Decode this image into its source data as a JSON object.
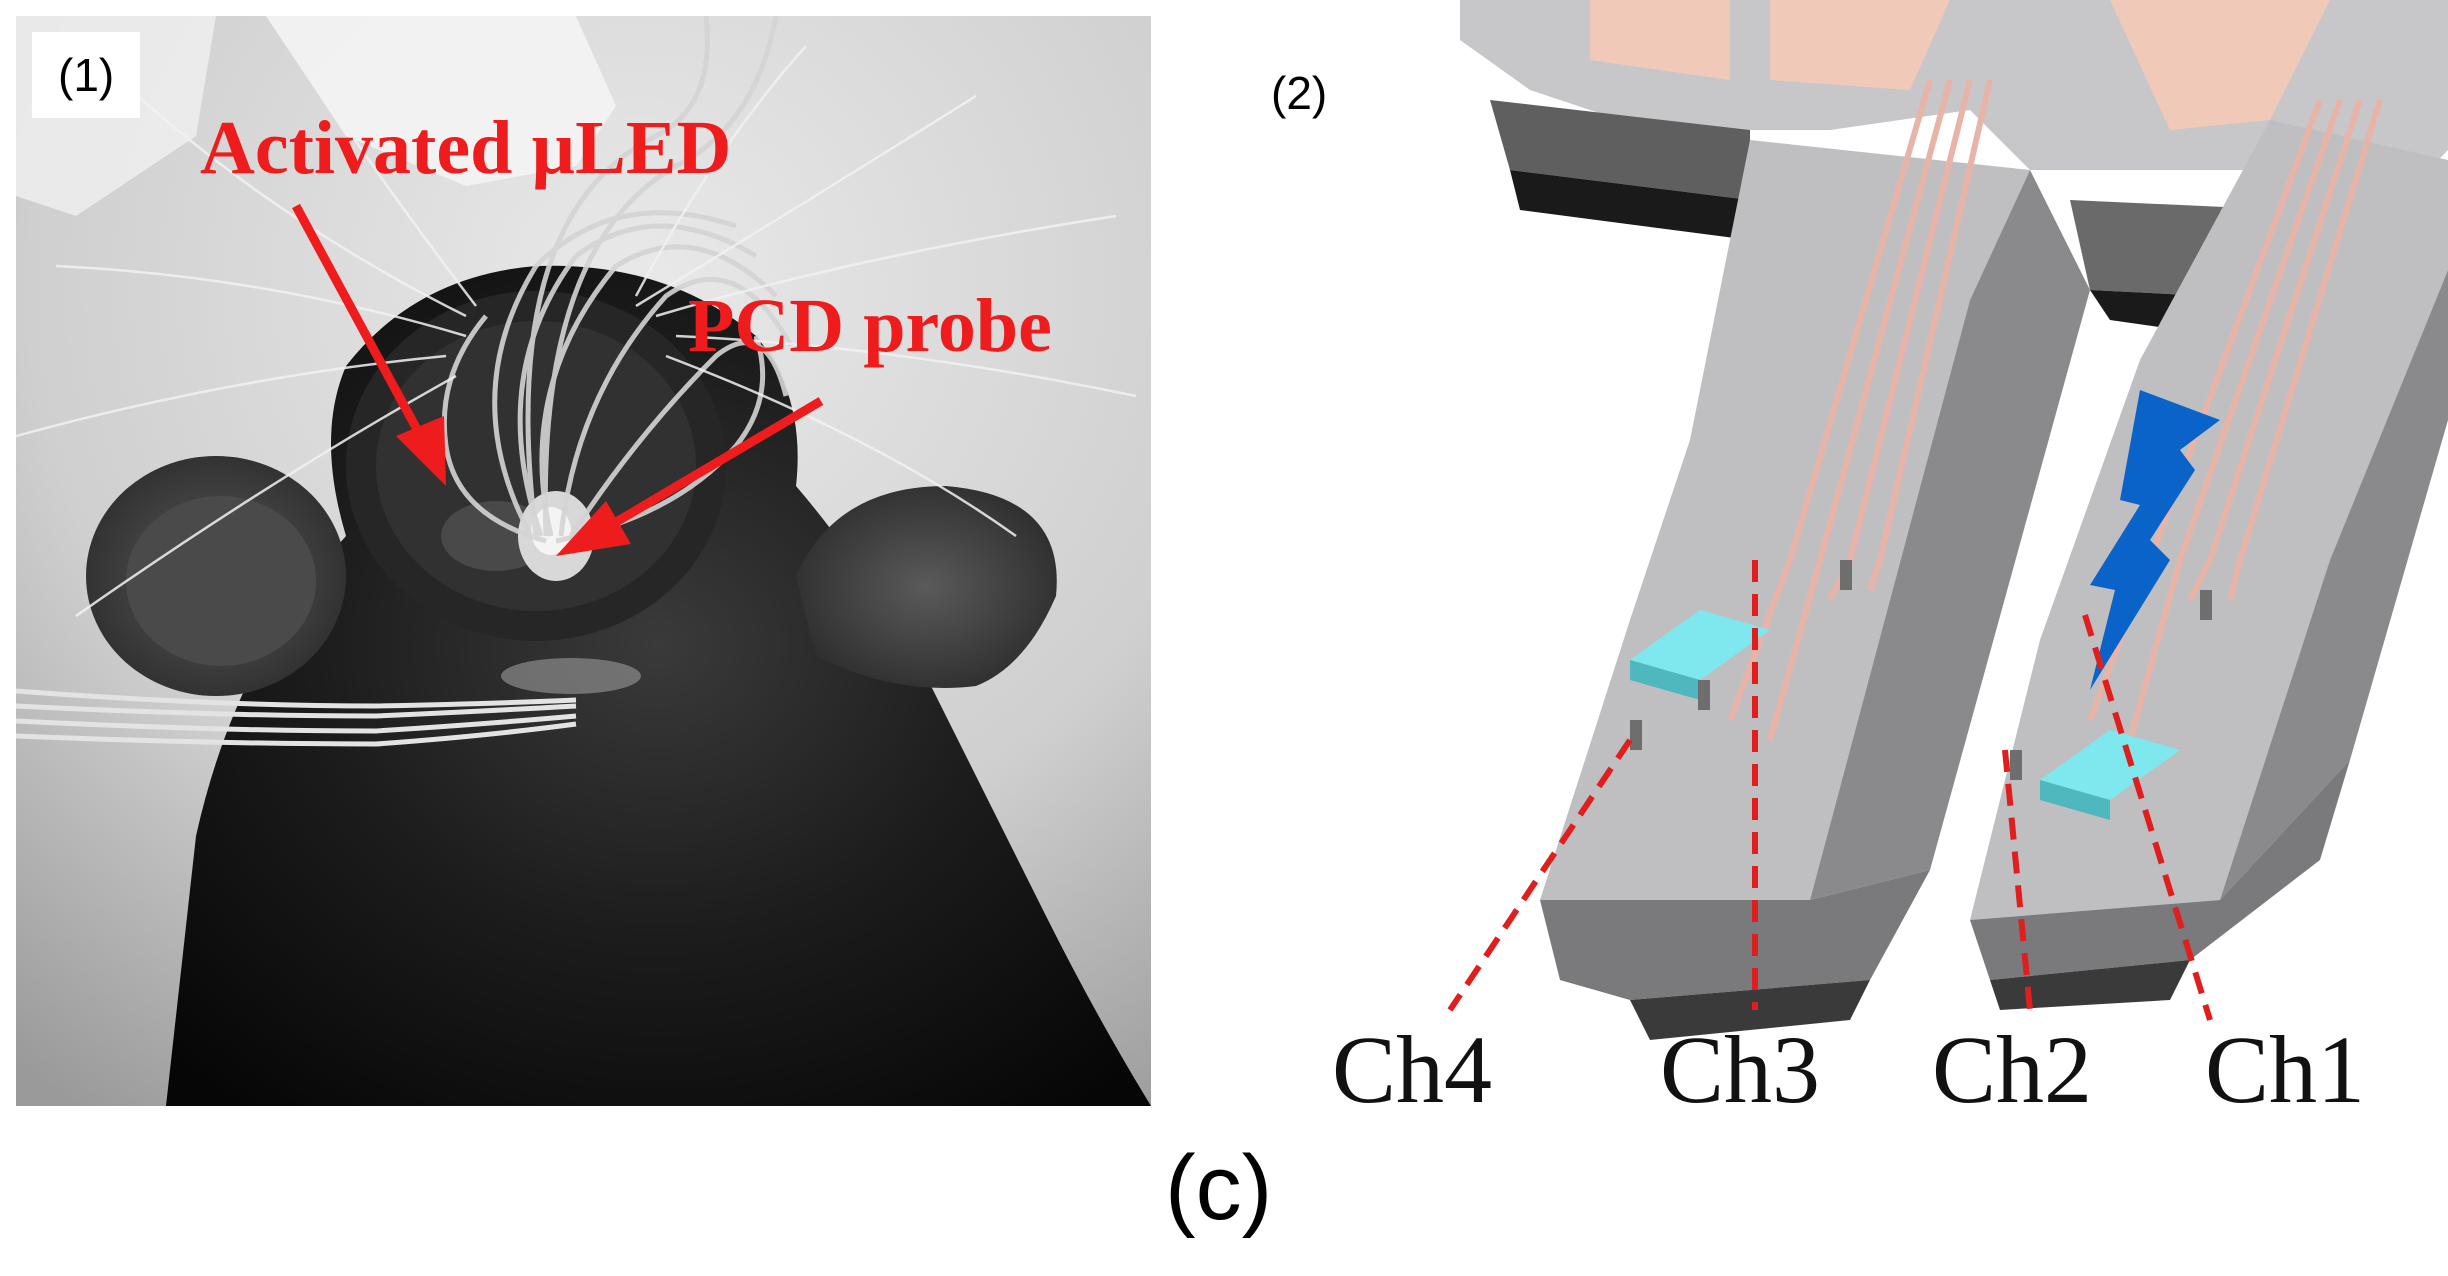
{
  "panel1": {
    "label": "(1)",
    "annotations": {
      "uled": "Activated µLED",
      "pcd": "PCD probe"
    },
    "arrow_color": "#ee1c1c"
  },
  "panel2": {
    "label": "(2)",
    "channels": [
      "Ch4",
      "Ch3",
      "Ch2",
      "Ch1"
    ],
    "led_color": "#7fe8ee",
    "light_color": "#0a63c9",
    "trace_color": "#e8b4a8"
  },
  "caption": "(c)"
}
